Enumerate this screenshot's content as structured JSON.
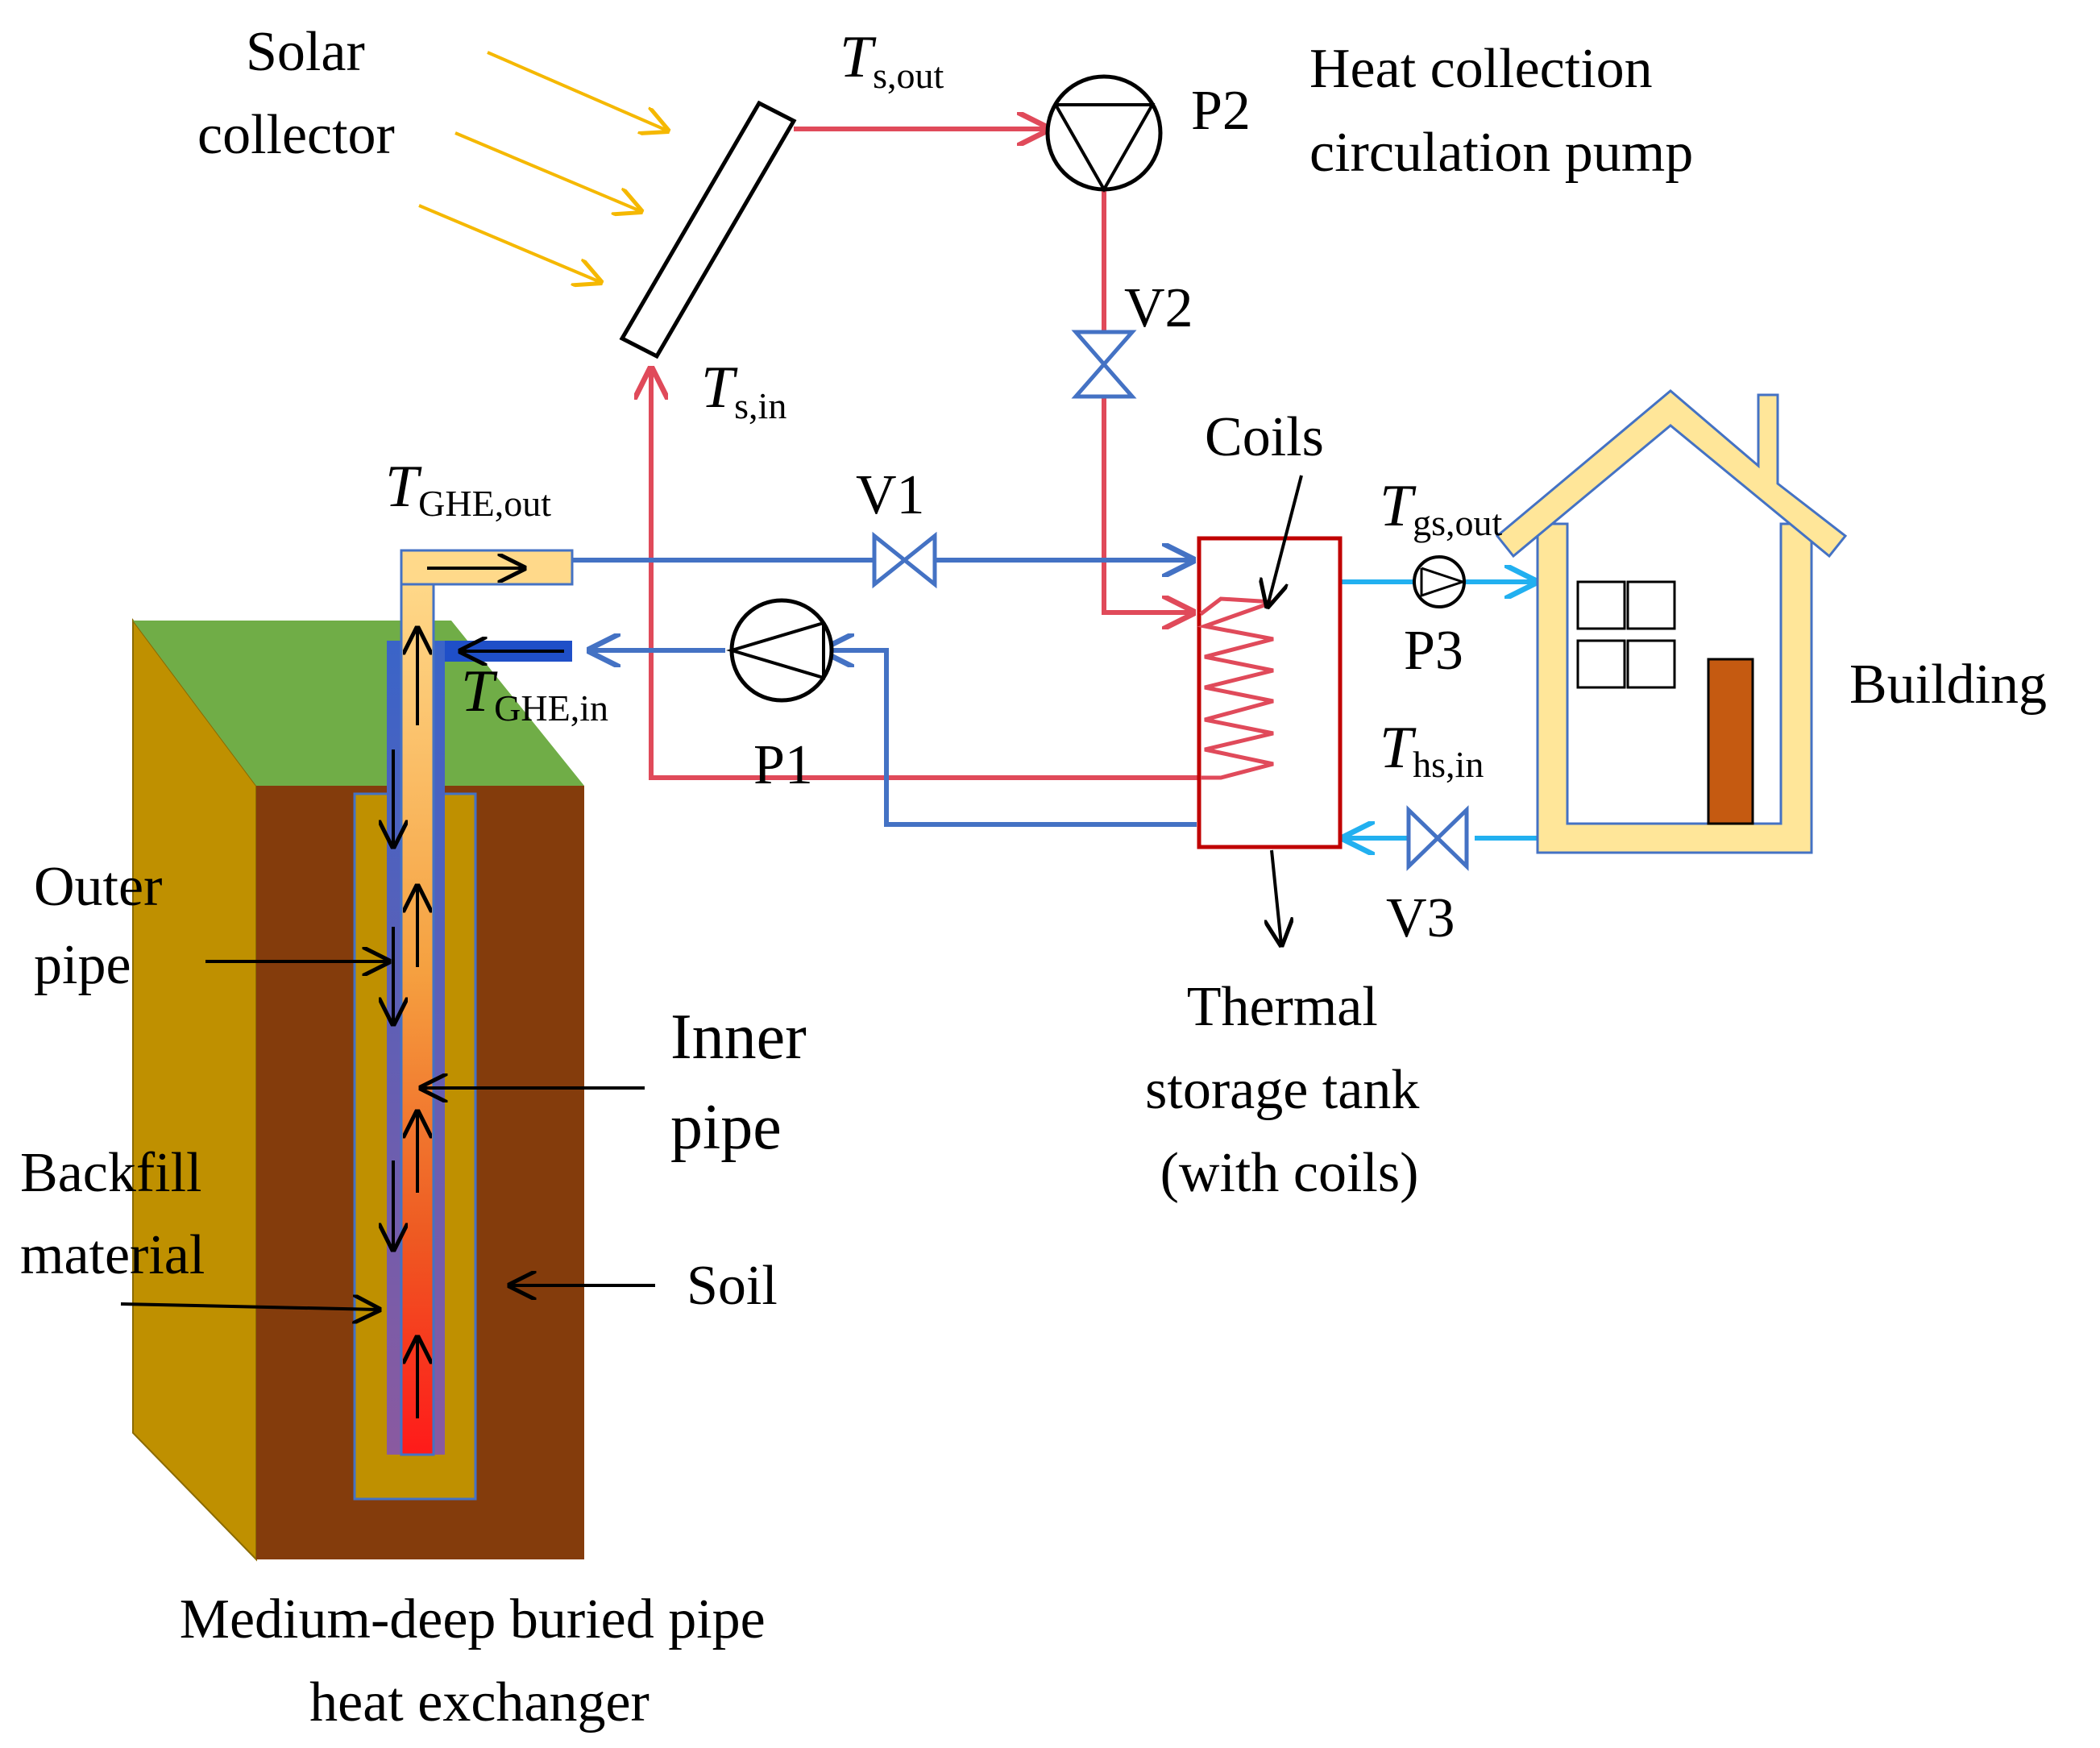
{
  "labels": {
    "solar_collector": [
      "Solar",
      "collector"
    ],
    "heat_pump": [
      "Heat collection",
      "circulation pump"
    ],
    "coils": "Coils",
    "building": "Building",
    "outer_pipe": [
      "Outer",
      "pipe"
    ],
    "inner_pipe": [
      "Inner",
      "pipe"
    ],
    "backfill": [
      "Backfill",
      "material"
    ],
    "soil": "Soil",
    "tank": [
      "Thermal",
      "storage tank",
      "(with coils)"
    ],
    "exchanger": [
      "Medium-deep buried pipe",
      "heat exchanger"
    ]
  },
  "components": {
    "p1": "P1",
    "p2": "P2",
    "p3": "P3",
    "v1": "V1",
    "v2": "V2",
    "v3": "V3"
  },
  "temperatures": {
    "ts_out": {
      "symbol": "T",
      "sub": "s,out"
    },
    "ts_in": {
      "symbol": "T",
      "sub": "s,in"
    },
    "tghe_out": {
      "symbol": "T",
      "sub": "GHE,out"
    },
    "tghe_in": {
      "symbol": "T",
      "sub": "GHE,in"
    },
    "tgs_out": {
      "symbol": "T",
      "sub": "gs,out"
    },
    "ths_in": {
      "symbol": "T",
      "sub": "hs,in"
    }
  },
  "colors": {
    "hot_pipe": "#e04a5a",
    "cold_pipe": "#4472c4",
    "building_loop": "#22b0f0",
    "sun_rays": "#f5b800",
    "soil": "#843c0c",
    "backfill": "#bf9000",
    "grass": "#70ad47",
    "house": "#ffe699"
  }
}
